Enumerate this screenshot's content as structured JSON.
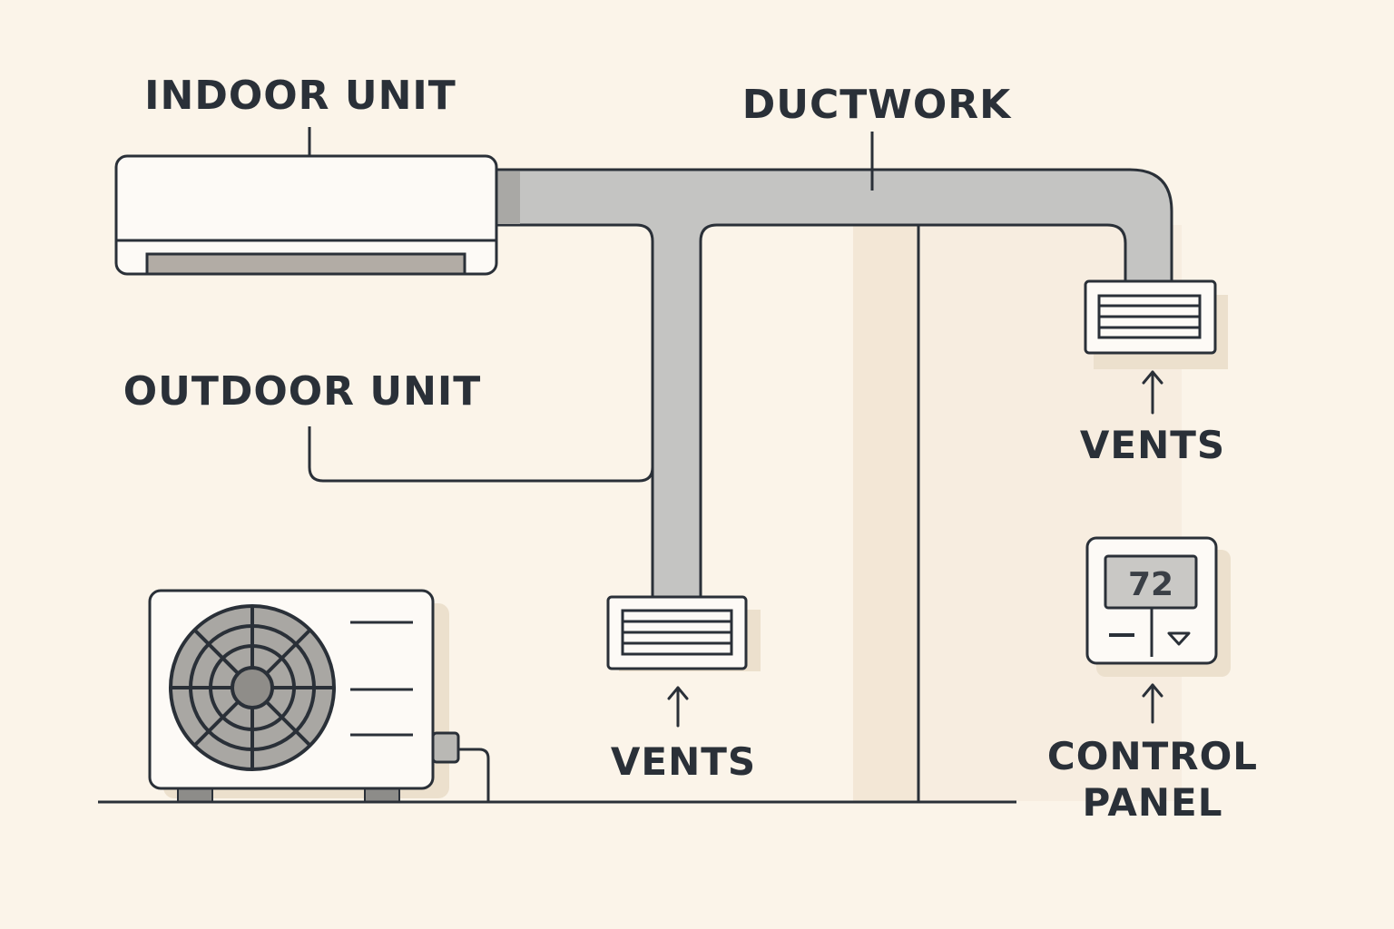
{
  "labels": {
    "indoor_unit": "INDOOR UNIT",
    "ductwork": "DUCTWORK",
    "outdoor_unit": "OUTDOOR UNIT",
    "vents_left": "VENTS",
    "vents_right": "VENTS",
    "control_panel_line1": "CONTROL",
    "control_panel_line2": "PANEL"
  },
  "thermostat": {
    "display_value": "72"
  },
  "colors": {
    "background": "#fbf4e9",
    "wall_band": "#f3e7d6",
    "duct_fill": "#c4c4c2",
    "outline": "#2a3038",
    "unit_body": "#fdfaf6",
    "fan_fill": "#a9a7a3",
    "shadow": "#ece0cd"
  }
}
